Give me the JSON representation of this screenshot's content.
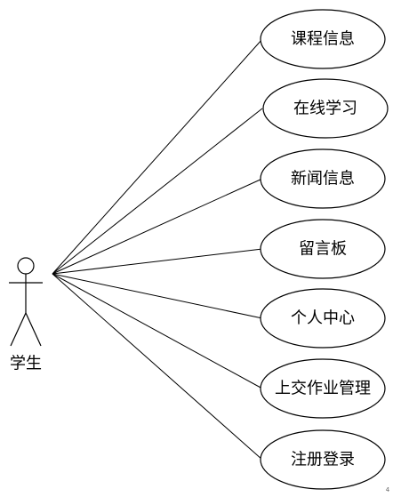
{
  "actor": {
    "label": "学生"
  },
  "use_cases": [
    {
      "label": "课程信息"
    },
    {
      "label": "在线学习"
    },
    {
      "label": "新闻信息"
    },
    {
      "label": "留言板"
    },
    {
      "label": "个人中心"
    },
    {
      "label": "上交作业管理"
    },
    {
      "label": "注册登录"
    }
  ],
  "footer_mark": "4"
}
